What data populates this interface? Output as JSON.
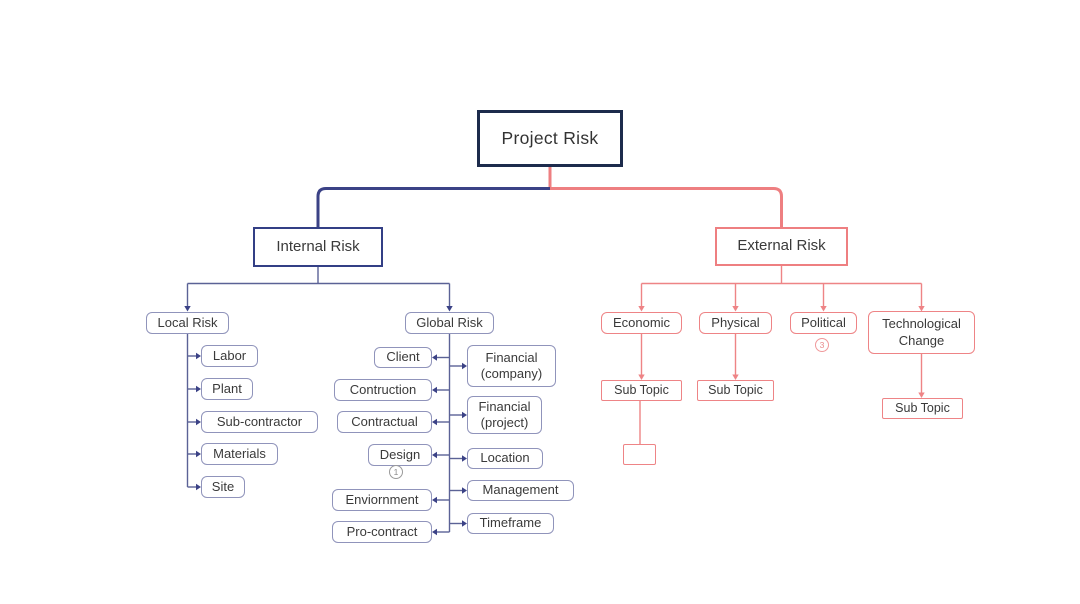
{
  "diagram": {
    "title": "Project Risk mind map",
    "root": "Project Risk",
    "internal": {
      "label": "Internal Risk",
      "local": {
        "label": "Local Risk",
        "children": [
          "Labor",
          "Plant",
          "Sub-contractor",
          "Materials",
          "Site"
        ]
      },
      "global": {
        "label": "Global Risk",
        "left": [
          "Client",
          "Contruction",
          "Contractual",
          "Design",
          "Enviornment",
          "Pro-contract"
        ],
        "right": [
          "Financial (company)",
          "Financial (project)",
          "Location",
          "Management",
          "Timeframe"
        ],
        "design_badge": "1"
      }
    },
    "external": {
      "label": "External Risk",
      "children": [
        "Economic",
        "Physical",
        "Political",
        "Technological Change"
      ],
      "political_badge": "3",
      "subtopic_economic": "Sub Topic",
      "subtopic_physical": "Sub Topic",
      "subtopic_technological": "Sub Topic",
      "empty_subtopic": ""
    },
    "colors": {
      "root_border": "#1d2b4c",
      "internal_branch": "#3b4286",
      "internal_box_border": "#9094bb",
      "internal_thin_connector": "#5b6296",
      "external_branch": "#ee7f81",
      "text": "#3a3a3a"
    }
  }
}
